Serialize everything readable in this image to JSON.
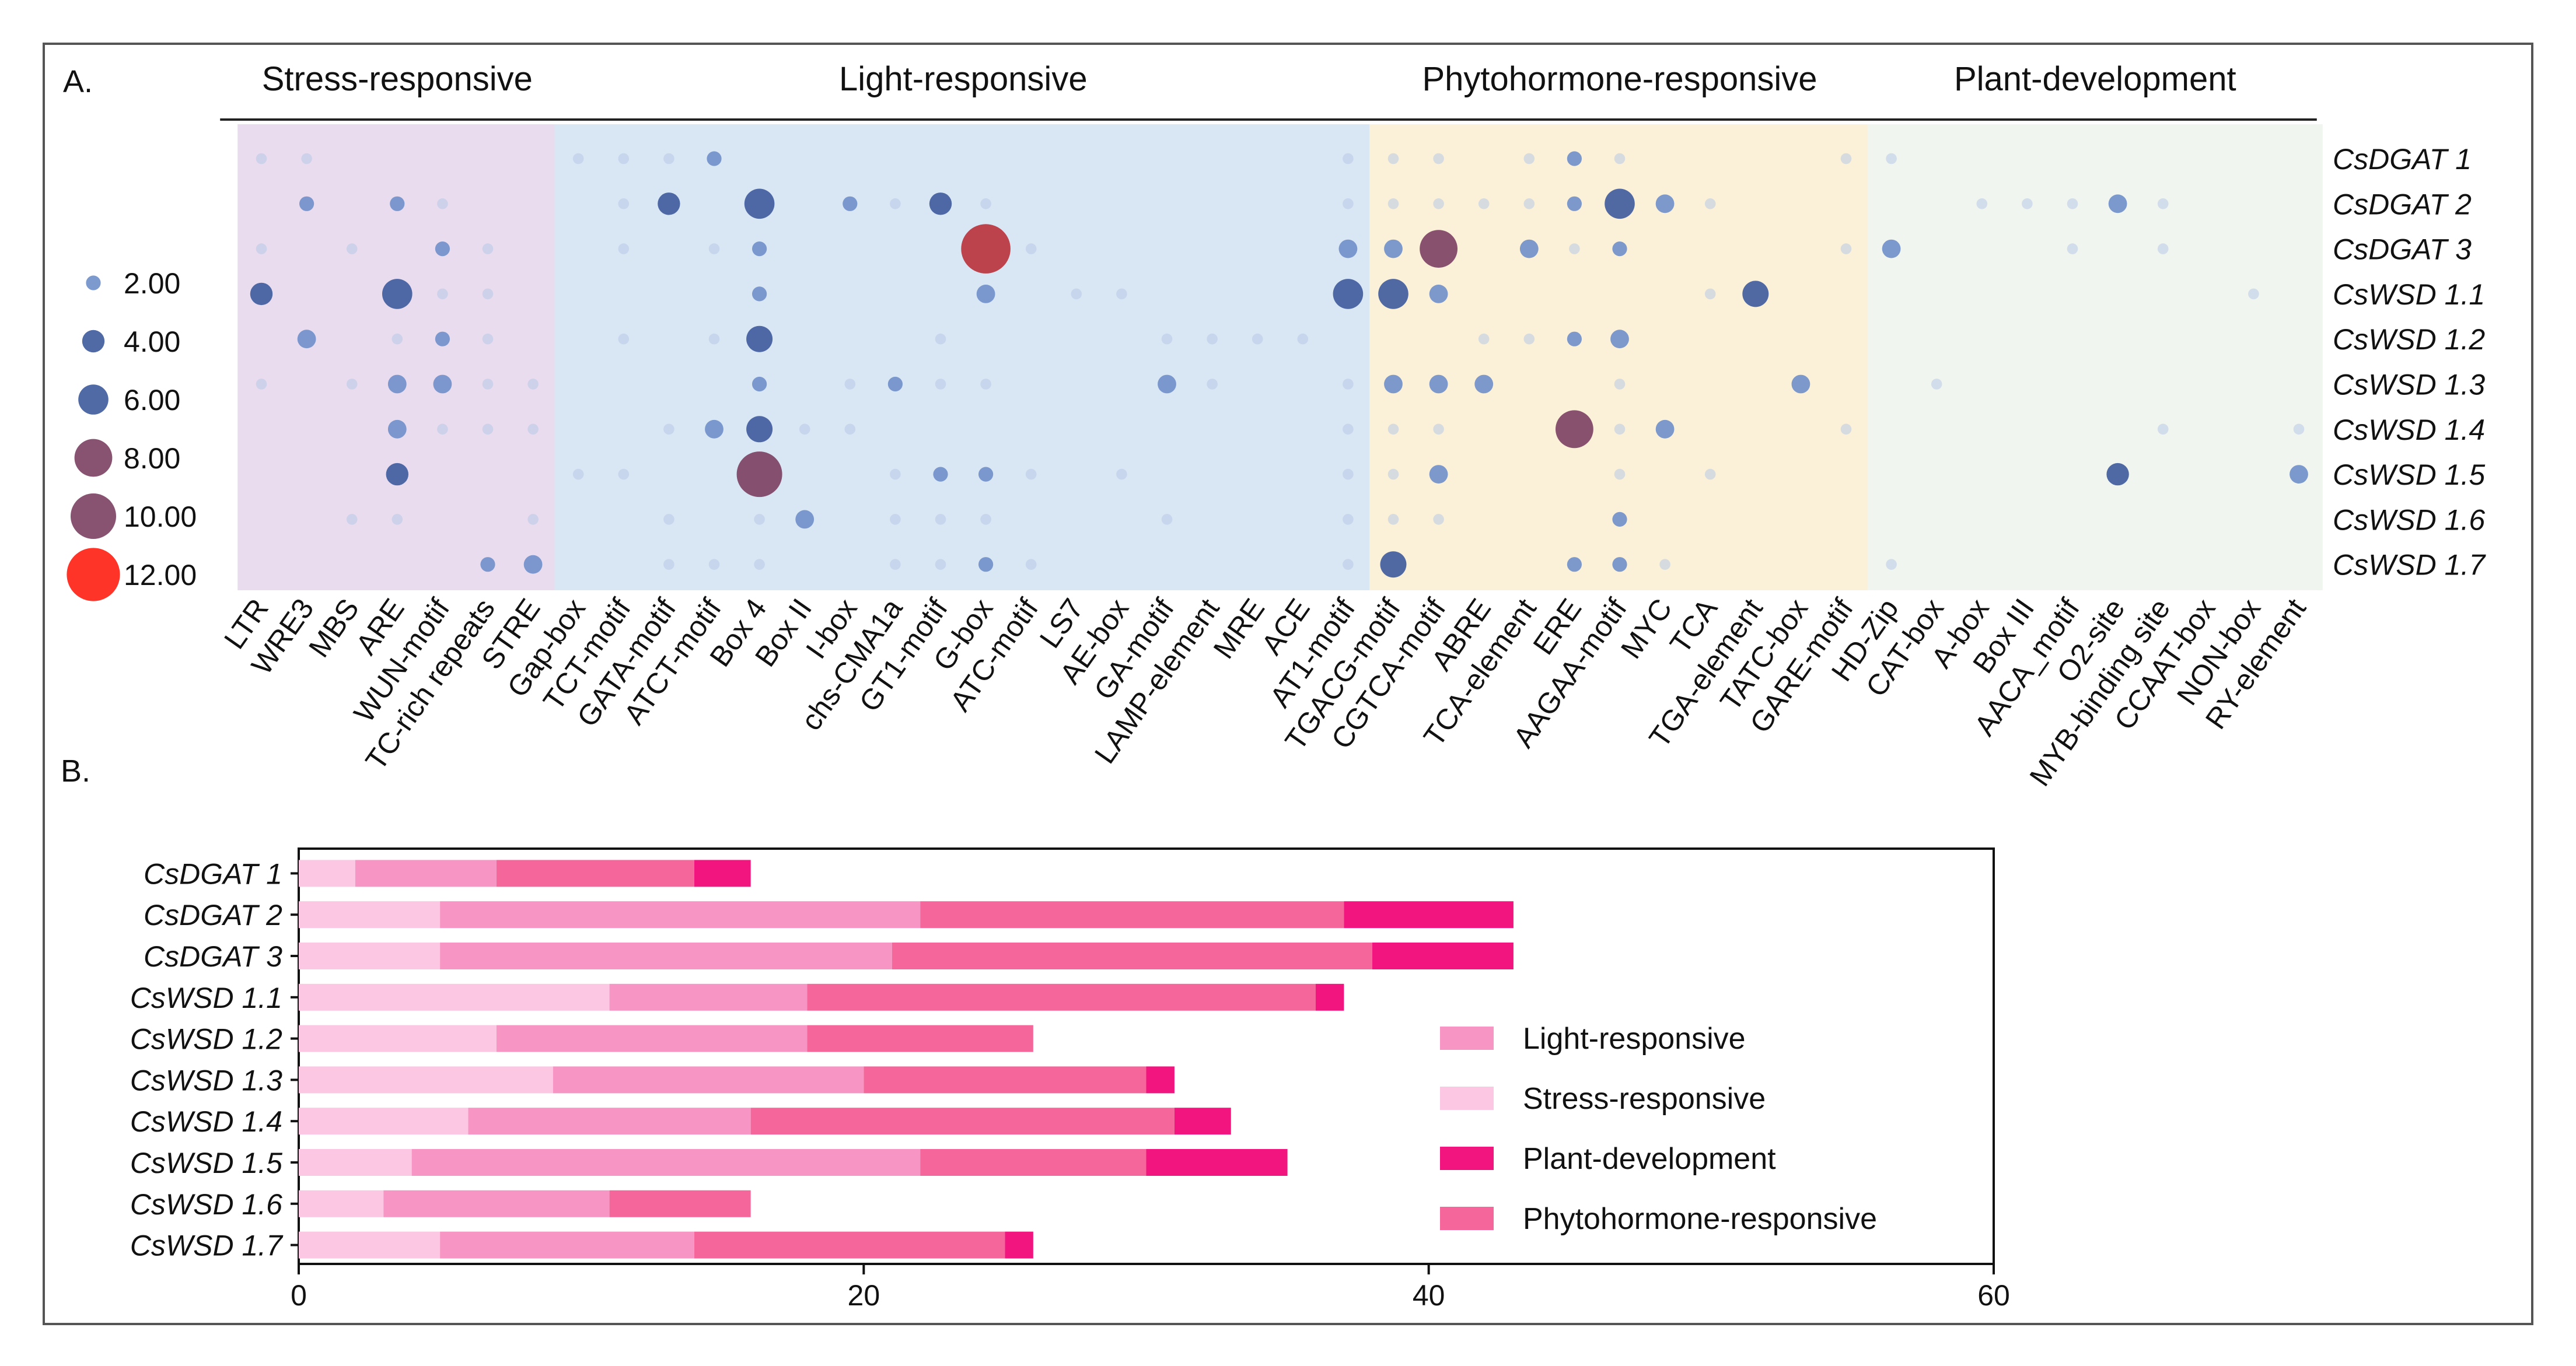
{
  "panel_labels": {
    "a": "A.",
    "b": "B."
  },
  "chart_data": [
    {
      "type": "scatter",
      "subtype": "bubble-matrix",
      "groups": [
        {
          "name": "Stress-responsive",
          "color": "#e9dcef",
          "start": 0,
          "count": 7
        },
        {
          "name": "Light-responsive",
          "color": "#d9e7f4",
          "start": 7,
          "count": 18
        },
        {
          "name": "Phytohormone-responsive",
          "color": "#fbf1d9",
          "start": 25,
          "count": 11
        },
        {
          "name": "Plant-development",
          "color": "#f0f5ef",
          "start": 36,
          "count": 10
        }
      ],
      "columns": [
        "LTR",
        "WRE3",
        "MBS",
        "ARE",
        "WUN-motif",
        "TC-rich repeats",
        "STRE",
        "Gap-box",
        "TCT-motif",
        "GATA-motif",
        "ATCT-motif",
        "Box 4",
        "Box II",
        "I-box",
        "chs-CMA1a",
        "GT1-motif",
        "G-box",
        "ATC-motif",
        "LS7",
        "AE-box",
        "GA-motif",
        "LAMP-element",
        "MRE",
        "ACE",
        "AT1-motif",
        "TGACG-motif",
        "CGTCA-motif",
        "ABRE",
        "TCA-element",
        "ERE",
        "AAGAA-motif",
        "MYC",
        "TCA",
        "TGA-element",
        "TATC-box",
        "GARE-motif",
        "HD-Zip",
        "CAT-box",
        "A-box",
        "Box III",
        "AACA_motif",
        "O2-site",
        "MYB-binding site",
        "CCAAT-box",
        "NON-box",
        "RY-element"
      ],
      "rows": [
        "CsDGAT 1",
        "CsDGAT 2",
        "CsDGAT 3",
        "CsWSD 1.1",
        "CsWSD 1.2",
        "CsWSD 1.3",
        "CsWSD 1.4",
        "CsWSD 1.5",
        "CsWSD 1.6",
        "CsWSD 1.7"
      ],
      "values": [
        [
          1,
          1,
          0,
          0,
          0,
          0,
          0,
          1,
          1,
          1,
          2,
          0,
          0,
          0,
          0,
          0,
          0,
          0,
          0,
          0,
          0,
          0,
          0,
          0,
          1,
          1,
          1,
          0,
          1,
          2,
          1,
          0,
          0,
          0,
          0,
          1,
          1,
          0,
          0,
          0,
          0,
          0,
          0,
          0,
          0
        ],
        [
          0,
          2,
          0,
          2,
          1,
          0,
          0,
          0,
          1,
          4,
          0,
          6,
          0,
          2,
          1,
          4,
          1,
          0,
          0,
          0,
          0,
          0,
          0,
          0,
          1,
          1,
          1,
          1,
          1,
          2,
          6,
          3,
          1,
          0,
          0,
          0,
          0,
          0,
          1,
          1,
          1,
          3,
          1,
          0,
          0,
          0
        ],
        [
          1,
          0,
          1,
          0,
          2,
          1,
          0,
          0,
          1,
          0,
          1,
          2,
          0,
          0,
          0,
          0,
          11,
          1,
          0,
          0,
          0,
          0,
          0,
          0,
          3,
          3,
          8,
          0,
          3,
          1,
          2,
          0,
          0,
          0,
          0,
          1,
          3,
          0,
          0,
          0,
          1,
          0,
          1,
          0,
          0
        ],
        [
          4,
          0,
          0,
          6,
          1,
          1,
          0,
          0,
          0,
          0,
          0,
          2,
          0,
          0,
          0,
          0,
          3,
          0,
          1,
          1,
          0,
          0,
          0,
          0,
          6,
          6,
          3,
          0,
          0,
          0,
          0,
          0,
          1,
          5,
          0,
          0,
          0,
          0,
          0,
          0,
          0,
          0,
          0,
          0,
          1,
          0
        ],
        [
          0,
          3,
          0,
          1,
          2,
          1,
          0,
          0,
          1,
          0,
          1,
          5,
          0,
          0,
          0,
          1,
          0,
          0,
          0,
          0,
          1,
          1,
          1,
          1,
          0,
          0,
          0,
          1,
          1,
          2,
          3,
          0,
          0,
          0,
          0,
          0,
          0,
          0,
          0,
          0,
          0,
          0,
          0,
          0,
          0,
          0
        ],
        [
          1,
          0,
          1,
          3,
          3,
          1,
          1,
          0,
          0,
          0,
          0,
          2,
          0,
          1,
          2,
          1,
          1,
          0,
          0,
          0,
          3,
          1,
          0,
          0,
          1,
          3,
          3,
          3,
          0,
          0,
          1,
          0,
          0,
          0,
          3,
          0,
          0,
          1,
          0,
          0,
          0,
          0,
          0,
          0,
          0,
          0
        ],
        [
          0,
          0,
          0,
          3,
          1,
          1,
          1,
          0,
          0,
          1,
          3,
          5,
          1,
          1,
          0,
          0,
          0,
          0,
          0,
          0,
          0,
          0,
          0,
          0,
          1,
          1,
          1,
          0,
          0,
          8,
          1,
          3,
          0,
          0,
          0,
          1,
          0,
          0,
          0,
          0,
          0,
          0,
          1,
          0,
          0,
          1
        ],
        [
          0,
          0,
          0,
          4,
          0,
          0,
          0,
          1,
          1,
          0,
          0,
          10,
          0,
          0,
          1,
          2,
          2,
          1,
          0,
          1,
          0,
          0,
          0,
          0,
          1,
          1,
          3,
          0,
          0,
          0,
          1,
          0,
          1,
          0,
          0,
          0,
          0,
          0,
          0,
          0,
          0,
          4,
          0,
          0,
          0,
          3
        ],
        [
          0,
          0,
          1,
          1,
          0,
          0,
          1,
          0,
          0,
          1,
          0,
          1,
          3,
          0,
          1,
          1,
          1,
          0,
          0,
          0,
          1,
          0,
          0,
          0,
          1,
          1,
          1,
          0,
          0,
          0,
          2,
          0,
          0,
          0,
          0,
          0,
          0,
          0,
          0,
          0,
          0,
          0,
          0,
          0,
          0,
          0
        ],
        [
          0,
          0,
          0,
          0,
          0,
          2,
          3,
          0,
          0,
          1,
          1,
          1,
          0,
          0,
          1,
          1,
          2,
          1,
          0,
          0,
          0,
          0,
          0,
          0,
          1,
          5,
          0,
          0,
          0,
          2,
          2,
          1,
          0,
          0,
          0,
          0,
          1,
          0,
          0,
          0,
          0,
          0,
          0,
          0,
          0,
          0
        ]
      ],
      "legend": {
        "values": [
          2,
          4,
          6,
          8,
          10,
          12
        ],
        "labels": [
          "2.00",
          "4.00",
          "6.00",
          "8.00",
          "10.00",
          "12.00"
        ]
      },
      "color_scale": [
        "#b8c9e6",
        "#6f8fc9",
        "#3d5a9c",
        "#7b3f62",
        "#b8303a",
        "#ff1e12"
      ]
    },
    {
      "type": "bar",
      "orientation": "horizontal",
      "stacked": true,
      "categories": [
        "CsDGAT 1",
        "CsDGAT 2",
        "CsDGAT 3",
        "CsWSD 1.1",
        "CsWSD 1.2",
        "CsWSD 1.3",
        "CsWSD 1.4",
        "CsWSD 1.5",
        "CsWSD 1.6",
        "CsWSD 1.7"
      ],
      "series": [
        {
          "name": "Stress-responsive",
          "color": "#fcc7e2",
          "values": [
            2,
            5,
            5,
            11,
            7,
            9,
            6,
            4,
            3,
            5
          ]
        },
        {
          "name": "Light-responsive",
          "color": "#f796c5",
          "values": [
            5,
            17,
            16,
            7,
            11,
            11,
            10,
            18,
            8,
            9
          ]
        },
        {
          "name": "Phytohormone-responsive",
          "color": "#f5679a",
          "values": [
            7,
            15,
            17,
            18,
            8,
            10,
            15,
            8,
            5,
            11
          ]
        },
        {
          "name": "Plant-development",
          "color": "#f2147f",
          "values": [
            2,
            6,
            5,
            1,
            0,
            1,
            2,
            5,
            0,
            1
          ]
        }
      ],
      "legend_order": [
        "Light-responsive",
        "Stress-responsive",
        "Plant-development",
        "Phytohormone-responsive"
      ],
      "xlim": [
        0,
        60
      ],
      "xticks": [
        "0",
        "20",
        "40",
        "60"
      ]
    }
  ]
}
